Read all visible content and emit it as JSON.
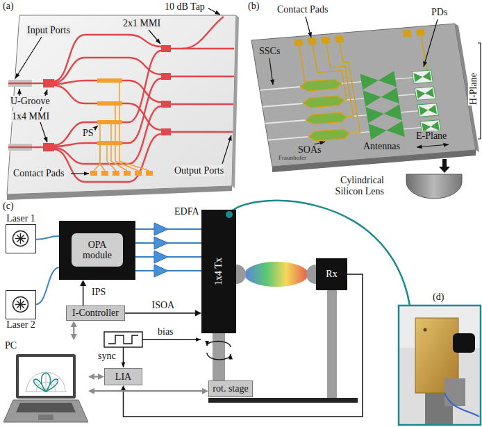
{
  "diagram": {
    "nodes": [
      {
        "text": [
          "Laser 1"
        ]
      },
      {
        "text": [
          "Laser 2"
        ]
      },
      {
        "text": [
          "OPA module"
        ]
      },
      {
        "text": [
          "1x4 Tx"
        ]
      },
      {
        "text": [
          "Rx"
        ]
      },
      {
        "text": [
          "I-Controller"
        ]
      },
      {
        "text": [
          "LIA"
        ]
      },
      {
        "text": [
          "rot. stage"
        ]
      },
      {
        "text": [
          "PC"
        ]
      }
    ],
    "edges": [
      {
        "from": 0,
        "to": 2,
        "arrow": "none"
      },
      {
        "from": 1,
        "to": 2,
        "arrow": "none"
      },
      {
        "from": 2,
        "to": 3,
        "arrow": "none"
      },
      {
        "from": 2,
        "to": 3,
        "arrow": "none"
      },
      {
        "from": 2,
        "to": 3,
        "arrow": "none"
      },
      {
        "from": 2,
        "to": 3,
        "arrow": "none"
      },
      {
        "from": 5,
        "to": 2,
        "label": "IPS",
        "arrow": "to"
      },
      {
        "from": 5,
        "to": 3,
        "label": "ISOA",
        "arrow": "to"
      },
      {
        "from": 4,
        "to": 6,
        "arrow": "to"
      },
      {
        "from": 8,
        "to": 5,
        "arrow": "both"
      },
      {
        "from": 8,
        "to": 6,
        "arrow": "both"
      },
      {
        "from": 8,
        "to": 7,
        "arrow": "both"
      }
    ],
    "labels": [
      "(a)",
      "10 dB Tap",
      "Input Ports",
      "2x1 MMI",
      "U-Groove",
      "1x4 MMI",
      "PS",
      "Contact Pads",
      "Output Ports",
      "(b)",
      "Contact Pads",
      "PDs",
      "SSCs",
      "H-Plane",
      "SOAs",
      "Antennas",
      "E-Plane",
      "Fraunhofer",
      "Cylindrical Silicon Lens",
      "(c)",
      "EDFA",
      "bias",
      "sync",
      "(d)"
    ]
  }
}
